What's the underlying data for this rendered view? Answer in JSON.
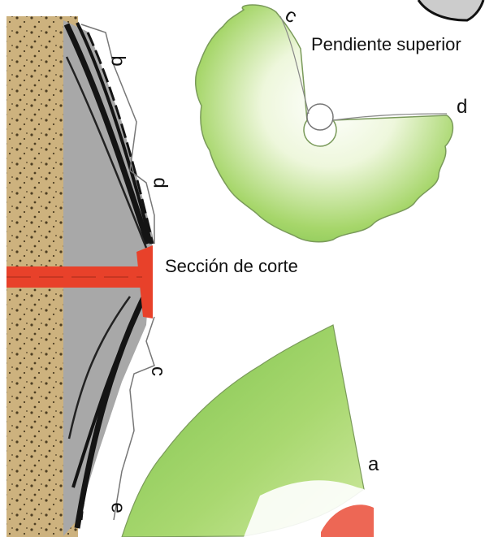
{
  "labels": {
    "upper_slope": "Pendiente superior",
    "cut_section": "Sección de corte"
  },
  "letters": {
    "a": "a",
    "b": "b",
    "c": "c",
    "d": "d",
    "e": "e"
  },
  "colors": {
    "soil": "#cdb27e",
    "soil_dots": "#5a4a2a",
    "rock_bands": "#141414",
    "rock_gray": "#9a9a9a",
    "cut_red": "#e8412a",
    "foliage_light": "#c8e48a",
    "foliage_dark": "#5fae3a",
    "outline": "#777777"
  }
}
